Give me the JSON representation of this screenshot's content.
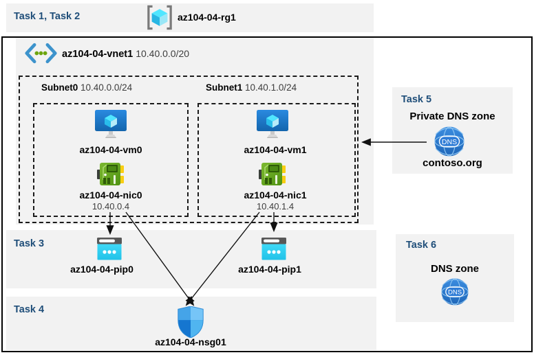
{
  "colors": {
    "task_label_blue": "#1F4E79",
    "panel_gray": "#F2F2F2",
    "diagram_border": "#000000",
    "vm_blue": "#1b75bb",
    "nic_green": "#5aa42c",
    "public_ip_cyan": "#35d1f0",
    "nsg_blue": "#3f9fe8",
    "dns_blue": "#2e7cd6"
  },
  "header": {
    "task_label": "Task 1, Task 2",
    "resource_group_name": "az104-04-rg1"
  },
  "vnet": {
    "name": "az104-04-vnet1",
    "cidr": "10.40.0.0/20"
  },
  "subnets": [
    {
      "name": "Subnet0",
      "cidr": "10.40.0.0/24",
      "vm_name": "az104-04-vm0",
      "nic_name": "az104-04-nic0",
      "nic_ip": "10.40.0.4"
    },
    {
      "name": "Subnet1",
      "cidr": "10.40.1.0/24",
      "vm_name": "az104-04-vm1",
      "nic_name": "az104-04-nic1",
      "nic_ip": "10.40.1.4"
    }
  ],
  "task3": {
    "task_label": "Task 3",
    "pip0_name": "az104-04-pip0",
    "pip1_name": "az104-04-pip1"
  },
  "task4": {
    "task_label": "Task 4",
    "nsg_name": "az104-04-nsg01"
  },
  "task5": {
    "task_label": "Task 5",
    "title": "Private DNS zone",
    "zone_name": "contoso.org"
  },
  "task6": {
    "task_label": "Task 6",
    "title": "DNS zone"
  },
  "icons": {
    "resource_group": "resource-group-icon",
    "virtual_network": "virtual-network-icon",
    "virtual_machine": "vm-icon",
    "network_interface": "nic-icon",
    "public_ip": "public-ip-icon",
    "network_security_group": "nsg-shield-icon",
    "dns_zone": "dns-globe-icon"
  }
}
